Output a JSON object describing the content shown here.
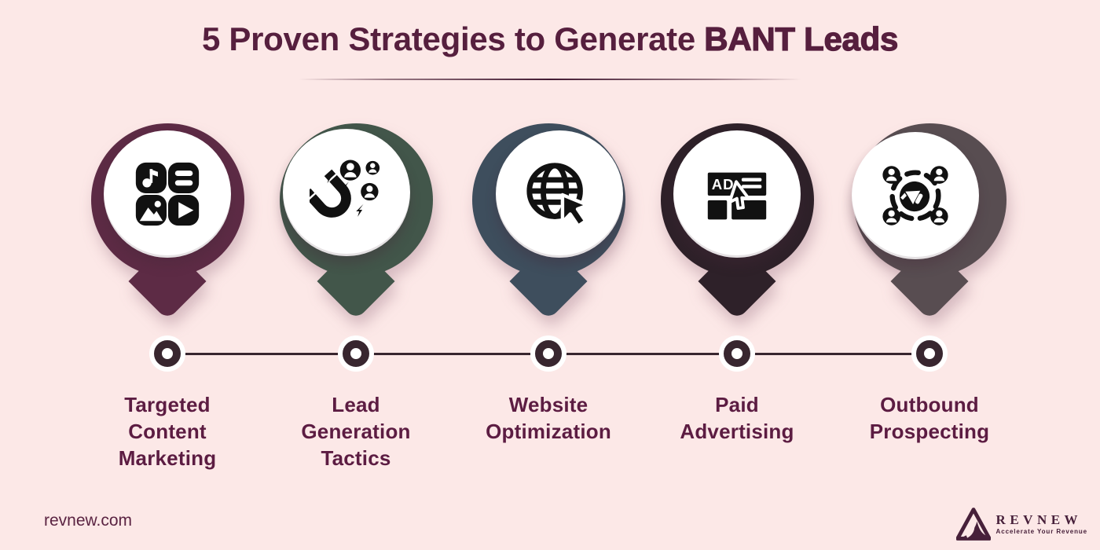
{
  "title": {
    "regular": "5 Proven Strategies to Generate ",
    "bold": "BANT Leads"
  },
  "strategies": [
    {
      "label": "Targeted\nContent\nMarketing",
      "color": "#5d2b45",
      "icon": "content-grid-icon"
    },
    {
      "label": "Lead\nGeneration\nTactics",
      "color": "#42564a",
      "icon": "lead-magnet-icon"
    },
    {
      "label": "Website\nOptimization",
      "color": "#3e4e5d",
      "icon": "globe-cursor-icon"
    },
    {
      "label": "Paid\nAdvertising",
      "color": "#2e2129",
      "icon": "ad-click-icon"
    },
    {
      "label": "Outbound\nProspecting",
      "color": "#584d51",
      "icon": "megaphone-network-icon"
    }
  ],
  "footer": {
    "website": "revnew.com",
    "logo_name": "REVNEW",
    "logo_tagline": "Accelerate Your Revenue",
    "logo_icon": "triangle-wave-icon"
  },
  "colors": {
    "background": "#fce8e7",
    "title_text": "#561f3e",
    "label_text": "#5c1c42",
    "timeline": "#38262f",
    "pin_inner": "#ffffff",
    "icon_black": "#111111"
  }
}
